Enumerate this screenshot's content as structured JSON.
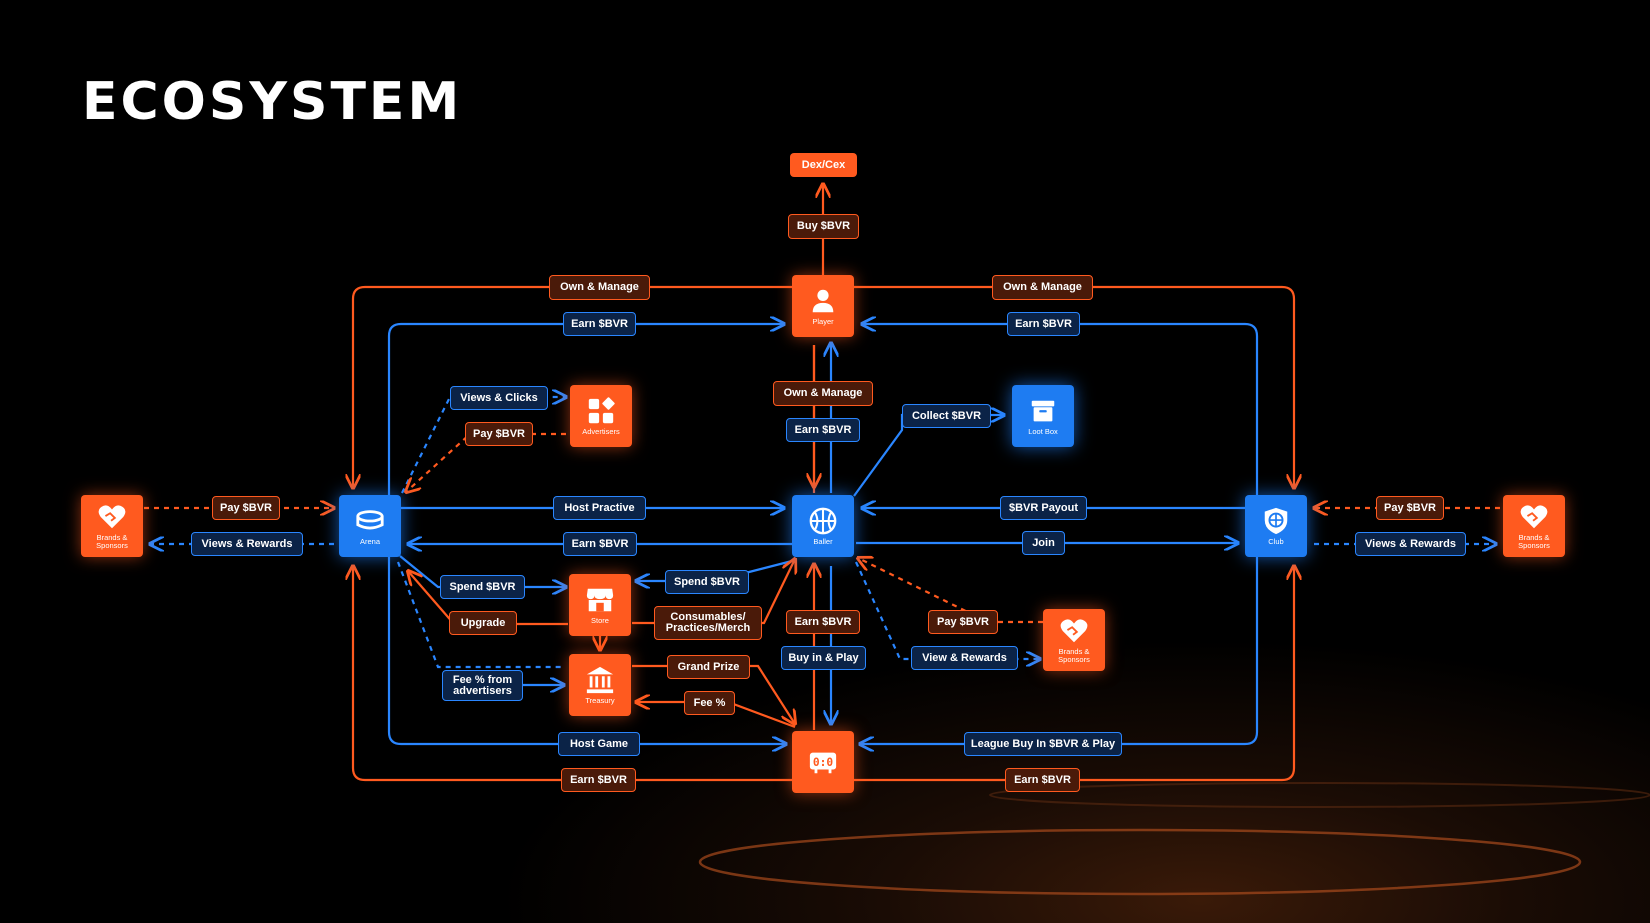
{
  "title": "ECOSYSTEM",
  "colors": {
    "orange": "#ff5a1f",
    "blue": "#1e7cf2",
    "background": "#000000"
  },
  "nodes": {
    "player": {
      "label": "Player",
      "icon": "user-icon"
    },
    "advertisers": {
      "label": "Advertisers",
      "icon": "grid-icon"
    },
    "loot_box": {
      "label": "Loot Box",
      "icon": "archive-box-icon"
    },
    "arena": {
      "label": "Arena",
      "icon": "stadium-icon"
    },
    "baller": {
      "label": "Baller",
      "icon": "basketball-icon"
    },
    "club": {
      "label": "Club",
      "icon": "shield-basketball-icon"
    },
    "brands_left": {
      "label": "Brands & Sponsors",
      "icon": "handshake-heart-icon"
    },
    "brands_right": {
      "label": "Brands & Sponsors",
      "icon": "handshake-heart-icon"
    },
    "brands_center": {
      "label": "Brands & Sponsors",
      "icon": "handshake-heart-icon"
    },
    "store": {
      "label": "Store",
      "icon": "storefront-icon"
    },
    "treasury": {
      "label": "Treasury",
      "icon": "bank-icon"
    },
    "game": {
      "label": "0:0",
      "icon": "scoreboard-icon"
    }
  },
  "labels": {
    "dex_cex": "Dex/Cex",
    "buy_bvr": "Buy $BVR",
    "own_manage_left": "Own & Manage",
    "own_manage_right": "Own & Manage",
    "earn_bvr_left_top": "Earn $BVR",
    "earn_bvr_right_top": "Earn $BVR",
    "own_manage_center": "Own & Manage",
    "earn_bvr_center": "Earn $BVR",
    "views_clicks": "Views & Clicks",
    "pay_bvr_adv": "Pay $BVR",
    "collect_bvr": "Collect $BVR",
    "pay_bvr_left": "Pay $BVR",
    "views_rewards_left": "Views & Rewards",
    "host_practive": "Host Practive",
    "earn_bvr_mid": "Earn $BVR",
    "bvr_payout": "$BVR Payout",
    "join": "Join",
    "pay_bvr_right": "Pay $BVR",
    "views_rewards_right": "Views & Rewards",
    "spend_bvr_left": "Spend $BVR",
    "spend_bvr_right": "Spend $BVR",
    "upgrade": "Upgrade",
    "consumables": "Consumables/ Practices/Merch",
    "earn_bvr_lower": "Earn $BVR",
    "pay_bvr_center": "Pay $BVR",
    "buy_in_play": "Buy in & Play",
    "view_rewards_center": "View & Rewards",
    "grand_prize": "Grand Prize",
    "fee_pct_from": "Fee % from advertisers",
    "fee_pct": "Fee %",
    "host_game": "Host Game",
    "league_buy_in": "League Buy In $BVR & Play",
    "earn_bvr_bottom_left": "Earn $BVR",
    "earn_bvr_bottom_right": "Earn $BVR"
  }
}
